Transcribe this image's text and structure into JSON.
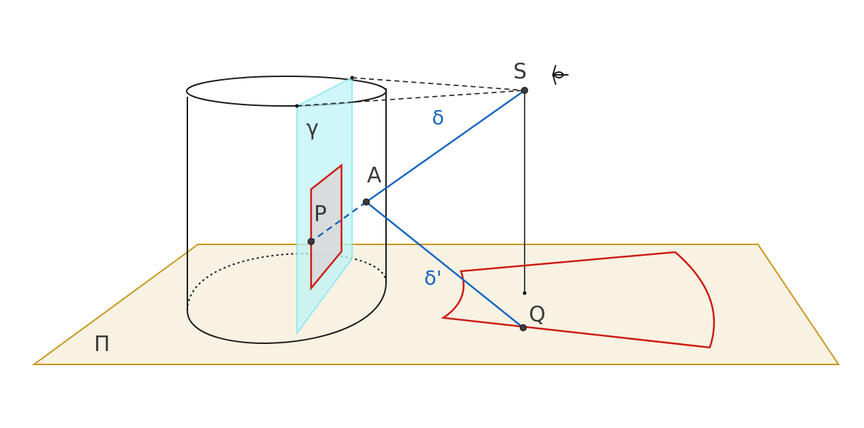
{
  "labels": {
    "plane": "Π",
    "cylinder_plane": "γ",
    "point_s": "S",
    "point_a": "A",
    "point_p": "P",
    "point_q": "Q",
    "line_delta": "δ",
    "line_delta_prime": "δ'"
  },
  "colors": {
    "plane_fill": "#f8f2e3",
    "plane_edge": "#c8961a",
    "cyan_plane": "#7fe9f0",
    "red": "#cc1c12",
    "blue": "#1565c0",
    "black": "#1a1a1a",
    "patch_fill": "#d9d9d9"
  }
}
